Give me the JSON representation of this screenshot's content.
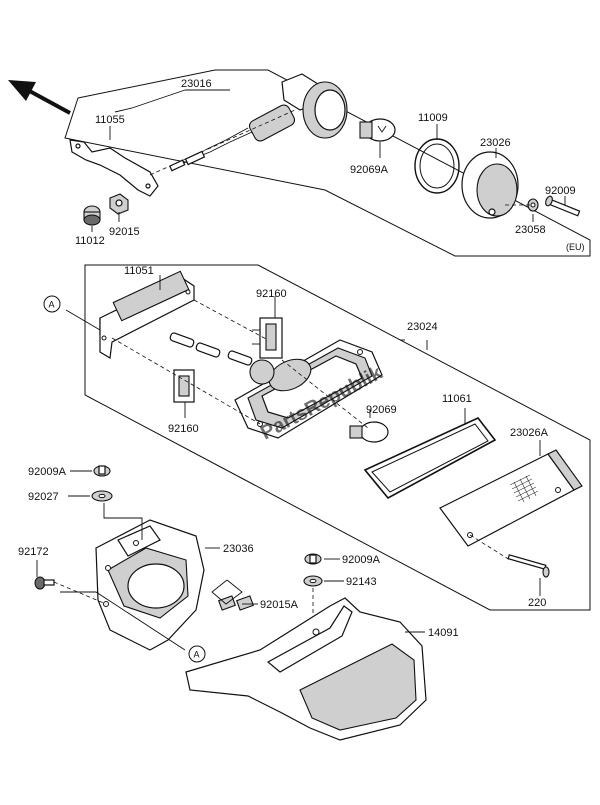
{
  "labels": {
    "p23016": "23016",
    "p11055": "11055",
    "p11009": "11009",
    "p23026": "23026",
    "p92009": "92009",
    "p92069A": "92069A",
    "p11012": "11012",
    "p92015": "92015",
    "p23058": "23058",
    "eu": "(EU)",
    "p11051": "11051",
    "p92160_top": "92160",
    "p23024": "23024",
    "callout_a1": "A",
    "p92069": "92069",
    "p11061": "11061",
    "p23026A": "23026A",
    "p92160_bottom": "92160",
    "p92009A_left": "92009A",
    "p92027": "92027",
    "p92172": "92172",
    "p23036": "23036",
    "p92009A_right": "92009A",
    "p92143": "92143",
    "p92015A": "92015A",
    "p220": "220",
    "p14091": "14091",
    "callout_a2": "A"
  },
  "watermark": "PartsRepublik",
  "icons": {
    "direction": "front-direction-arrow-icon"
  }
}
